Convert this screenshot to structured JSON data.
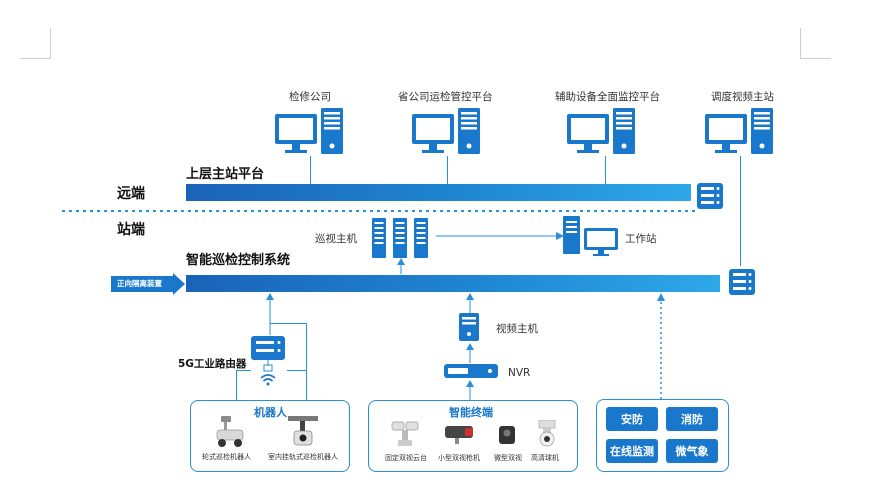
{
  "top_platforms": [
    "检修公司",
    "省公司运检管控平台",
    "辅助设备全面监控平台",
    "调度视频主站"
  ],
  "upper_platform_label": "上层主站平台",
  "remote_label": "远端",
  "station_label": "站端",
  "patrol_host_label": "巡视主机",
  "workstation_label": "工作站",
  "system_label": "智能巡检控制系统",
  "isolation_label": "正向隔离装置",
  "video_host_label": "视频主机",
  "nvr_label": "NVR",
  "router_label": "5G工业路由器",
  "robot_group": {
    "title": "机器人",
    "items": [
      "轮式巡检机器人",
      "室内挂轨式巡检机器人"
    ]
  },
  "terminal_group": {
    "title": "智能终端",
    "items": [
      "固定双视云台",
      "小型双视枪机",
      "微型双视",
      "高清球机"
    ]
  },
  "subsystems": [
    "安防",
    "消防",
    "在线监测",
    "微气象"
  ],
  "colors": {
    "accent": "#1a78cc",
    "bar_start": "#1a63b8",
    "bar_end": "#2ea8ea"
  }
}
